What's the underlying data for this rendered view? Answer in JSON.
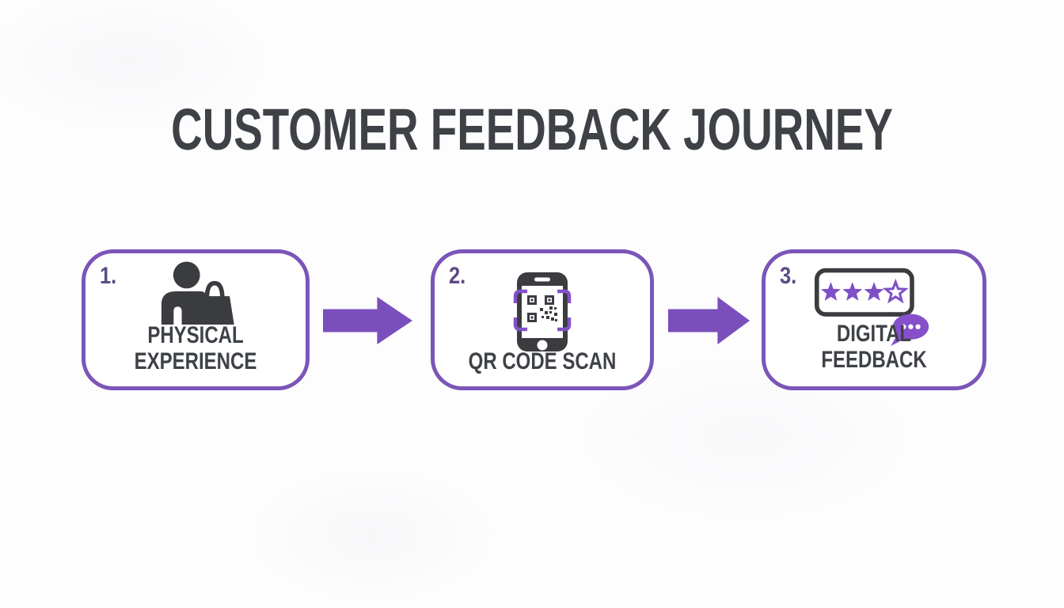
{
  "title": "CUSTOMER FEEDBACK JOURNEY",
  "steps": [
    {
      "number": "1.",
      "line1": "PHYSICAL",
      "line2": "EXPERIENCE",
      "icon": "shopper-with-bag"
    },
    {
      "number": "2.",
      "line1": "QR CODE SCAN",
      "line2": "",
      "icon": "phone-qr-scan"
    },
    {
      "number": "3.",
      "line1": "DIGITAL",
      "line2": "FEEDBACK",
      "icon": "star-rating-chat-bubble"
    }
  ],
  "rating": {
    "stars_filled": 3,
    "stars_total": 4
  },
  "connectors": [
    {
      "icon": "arrow-right"
    },
    {
      "icon": "arrow-right"
    }
  ],
  "colors": {
    "background": "#fdfdfe",
    "card_border": "#7b55b8",
    "arrow": "#7a4fbc",
    "dark_text": "#3e4146",
    "step_number": "#5d4b85",
    "icon_dark": "#3a3c40",
    "star_purple": "#7e50c8",
    "bubble_purple": "#8650cc",
    "bracket_purple": "#8352c6"
  }
}
